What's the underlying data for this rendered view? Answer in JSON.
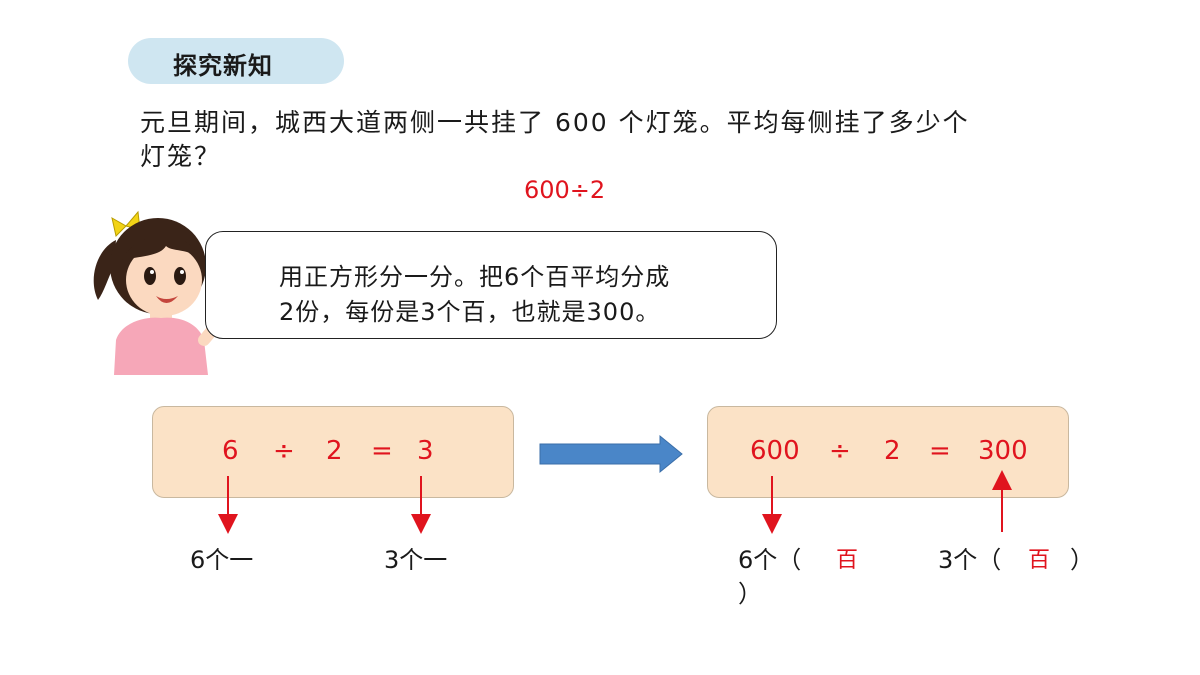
{
  "section_title": "探究新知",
  "question": {
    "line1": "元旦期间，城西大道两侧一共挂了 600 个灯笼。平均每侧挂了多少个",
    "line2": "灯笼？"
  },
  "formula": "600÷2",
  "speech": {
    "line1": "用正方形分一分。把6个百平均分成",
    "line2": "2份，每份是3个百，也就是300。"
  },
  "equation_left": {
    "a": "6",
    "op": "÷",
    "b": "2",
    "eq": "=",
    "c": "3"
  },
  "equation_right": {
    "a": "600",
    "op": "÷",
    "b": "2",
    "eq": "=",
    "c": "300"
  },
  "labels_left": {
    "first": "6个一",
    "second": "3个一"
  },
  "labels_right": {
    "first_prefix": "6个（",
    "first_answer": "百",
    "first_close": "）",
    "second_prefix": "3个（",
    "second_answer": "百",
    "second_close": "）"
  },
  "colors": {
    "accent_red": "#e0141e",
    "box_fill": "#fbe2c6",
    "pill_fill": "#cfe6f1",
    "arrow_fill": "#4a86c8"
  }
}
